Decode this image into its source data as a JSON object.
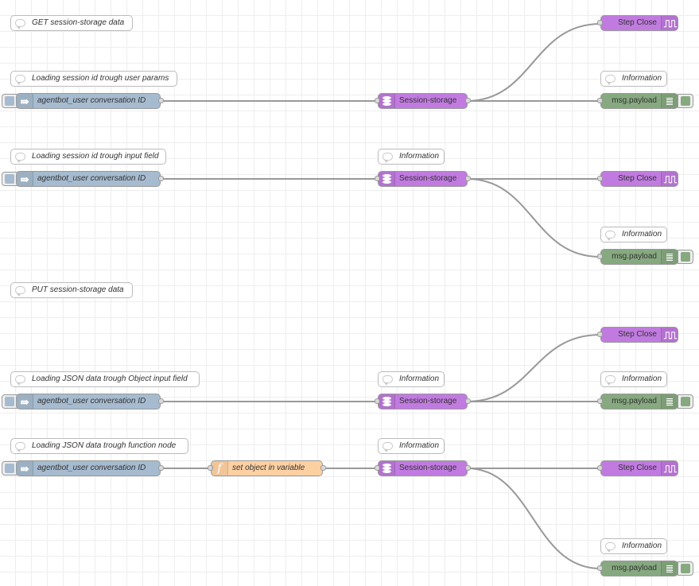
{
  "comments": {
    "get_section": "GET session-storage data",
    "user_params": "Loading session id trough user params",
    "input_field": "Loading session id trough input field",
    "put_section": "PUT session-storage data",
    "object_input": "Loading JSON data trough Object input field",
    "function_node": "Loading JSON data trough function node",
    "information": "Information"
  },
  "nodes": {
    "inject_label": "agentbot_user conversation ID",
    "storage_label": "Session-storage",
    "close_label": "Step Close",
    "debug_label": "msg.payload",
    "function_label": "set object in variable"
  },
  "colors": {
    "inject": "#a6bbcf",
    "storage": "#c17be0",
    "close": "#c17be0",
    "debug": "#87a980",
    "function": "#fdd0a2",
    "wire": "#999999"
  },
  "icons": {
    "comment": "speech-bubble-icon",
    "inject": "inject-arrow-icon",
    "storage": "database-icon",
    "close": "wave-icon",
    "debug": "list-icon",
    "function": "function-icon"
  }
}
